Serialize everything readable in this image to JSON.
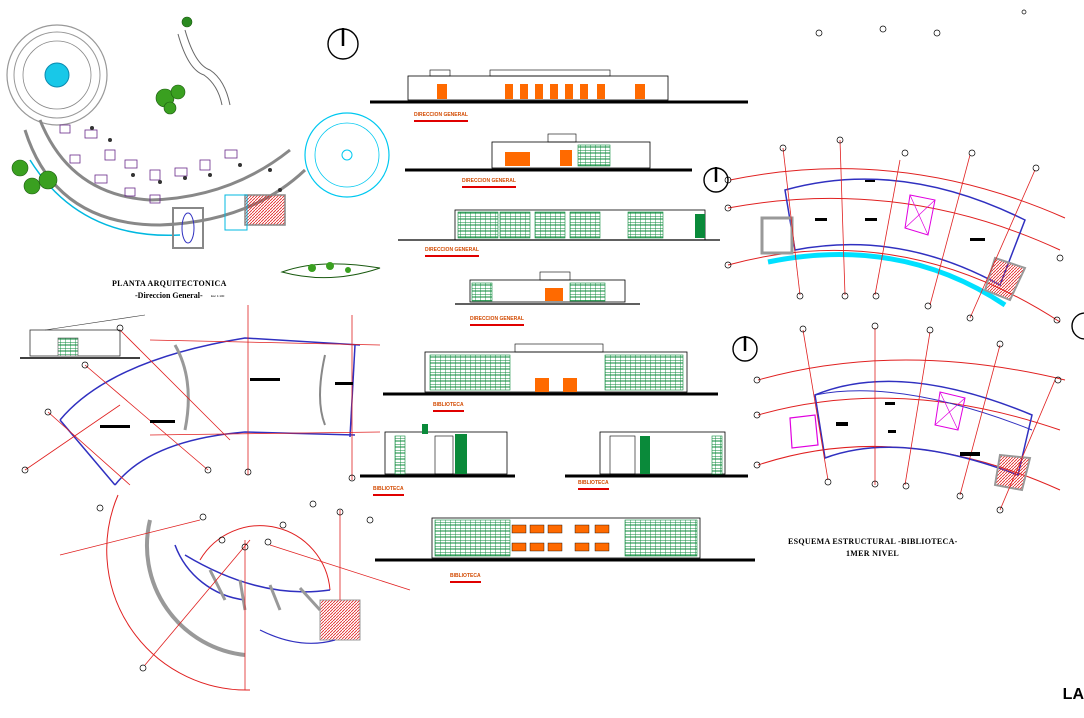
{
  "plan_title": "PLANTA ARQUITECTONICA",
  "plan_subtitle": "-Direccion General-",
  "plan_scale": "Esc 1:100",
  "elevation_labels": {
    "dg_1": "DIRECCION GENERAL",
    "dg_2": "DIRECCION GENERAL",
    "dg_3": "DIRECCION GENERAL",
    "dg_4": "DIRECCION GENERAL",
    "bib_1": "BIBLIOTECA",
    "bib_2": "BIBLIOTECA",
    "bib_3": "BIBLIOTECA",
    "bib_4": "BIBLIOTECA"
  },
  "structural_title_line1": "ESQUEMA ESTRUCTURAL -BIBLIOTECA-",
  "structural_title_line2": "1MER NIVEL",
  "corner_text": "LA",
  "colors": {
    "axis_red": "#e02020",
    "wall_blue": "#3030c0",
    "glazing_green": "#0a8a3a",
    "door_orange": "#ff6a00",
    "walkway_cyan": "#00e0ff",
    "stair_magenta": "#e000e0",
    "tree_green": "#3aa020"
  }
}
